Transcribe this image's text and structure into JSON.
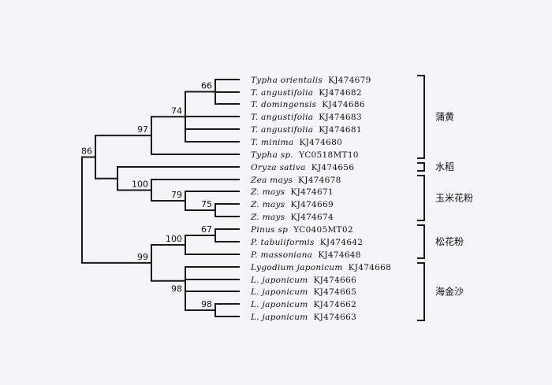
{
  "leaves": [
    {
      "genus": "Typha orientalis",
      "accession": "KJ474679"
    },
    {
      "genus": "T. angustifolia",
      "accession": "KJ474682"
    },
    {
      "genus": "T. domingensis",
      "accession": "KJ474686"
    },
    {
      "genus": "T. angustifolia",
      "accession": "KJ474683"
    },
    {
      "genus": "T. angustifolia",
      "accession": "KJ474681"
    },
    {
      "genus": "T. minima",
      "accession": "KJ474680"
    },
    {
      "genus": "Typha sp.",
      "accession": "YC0518MT10"
    },
    {
      "genus": "Oryza sativa",
      "accession": "KJ474656"
    },
    {
      "genus": "Zea mays",
      "accession": "KJ474678"
    },
    {
      "genus": "Z. mays",
      "accession": "KJ474671"
    },
    {
      "genus": "Z. mays",
      "accession": "KJ474669"
    },
    {
      "genus": "Z. mays",
      "accession": "KJ474674"
    },
    {
      "genus": "Pinus sp",
      "accession": "YC0405MT02"
    },
    {
      "genus": "P. tabuliformis",
      "accession": "KJ474642"
    },
    {
      "genus": "P. massoniana",
      "accession": "KJ474648"
    },
    {
      "genus": "Lygodium japonicum",
      "accession": "KJ474668"
    },
    {
      "genus": "L. japonicum",
      "accession": "KJ474666"
    },
    {
      "genus": "L. japonicum",
      "accession": "KJ474665"
    },
    {
      "genus": "L. japonicum",
      "accession": "KJ474662"
    },
    {
      "genus": "L. japonicum",
      "accession": "KJ474663"
    }
  ],
  "bootstrap": [
    {
      "id": "n66",
      "value": "66"
    },
    {
      "id": "n74",
      "value": "74"
    },
    {
      "id": "n97",
      "value": "97"
    },
    {
      "id": "n86",
      "value": "86"
    },
    {
      "id": "n100a",
      "value": "100"
    },
    {
      "id": "n79",
      "value": "79"
    },
    {
      "id": "n75",
      "value": "75"
    },
    {
      "id": "n67",
      "value": "67"
    },
    {
      "id": "n100b",
      "value": "100"
    },
    {
      "id": "n99",
      "value": "99"
    },
    {
      "id": "n98a",
      "value": "98"
    },
    {
      "id": "n98b",
      "value": "98"
    }
  ],
  "groups": [
    {
      "label": "蒲黄",
      "from": 0,
      "to": 6
    },
    {
      "label": "水稻",
      "from": 7,
      "to": 7
    },
    {
      "label": "玉米花粉",
      "from": 8,
      "to": 11
    },
    {
      "label": "松花粉",
      "from": 12,
      "to": 14
    },
    {
      "label": "海金沙",
      "from": 15,
      "to": 19
    }
  ]
}
